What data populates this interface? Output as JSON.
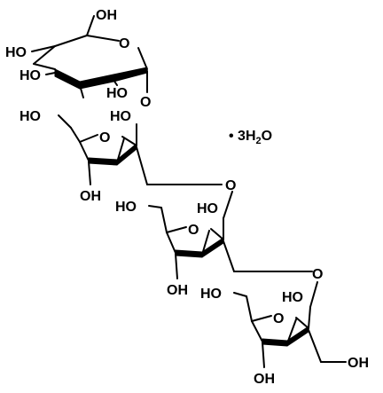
{
  "labels": {
    "hydrate": "• 3H",
    "hydrate_sub": "2",
    "hydrate_tail": "O",
    "hydroxyl": "OH",
    "hydroxyl_left": "HO",
    "ring_oxygen": "O",
    "glycosidic_oxygen": "O"
  }
}
